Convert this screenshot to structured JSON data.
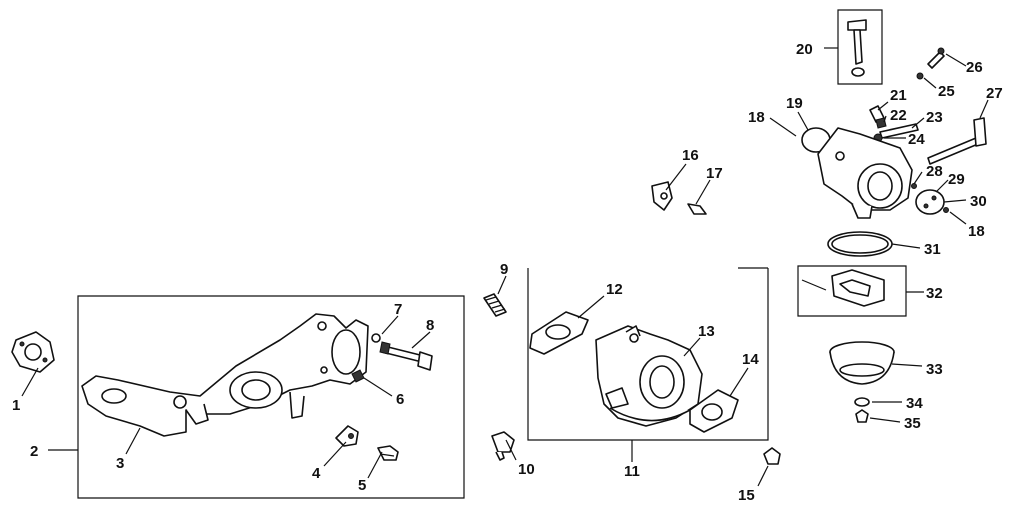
{
  "callouts": {
    "c1": "1",
    "c2": "2",
    "c3": "3",
    "c4": "4",
    "c5": "5",
    "c6": "6",
    "c7": "7",
    "c8": "8",
    "c9": "9",
    "c10": "10",
    "c11": "11",
    "c12": "12",
    "c13": "13",
    "c14": "14",
    "c15": "15",
    "c16": "16",
    "c17": "17",
    "c18a": "18",
    "c18b": "18",
    "c19": "19",
    "c20": "20",
    "c21": "21",
    "c22": "22",
    "c23": "23",
    "c24": "24",
    "c25": "25",
    "c26": "26",
    "c27": "27",
    "c28": "28",
    "c29": "29",
    "c30": "30",
    "c31": "31",
    "c32": "32",
    "c33": "33",
    "c34": "34",
    "c35": "35"
  },
  "colors": {
    "ink": "#111111",
    "paper": "#ffffff"
  }
}
